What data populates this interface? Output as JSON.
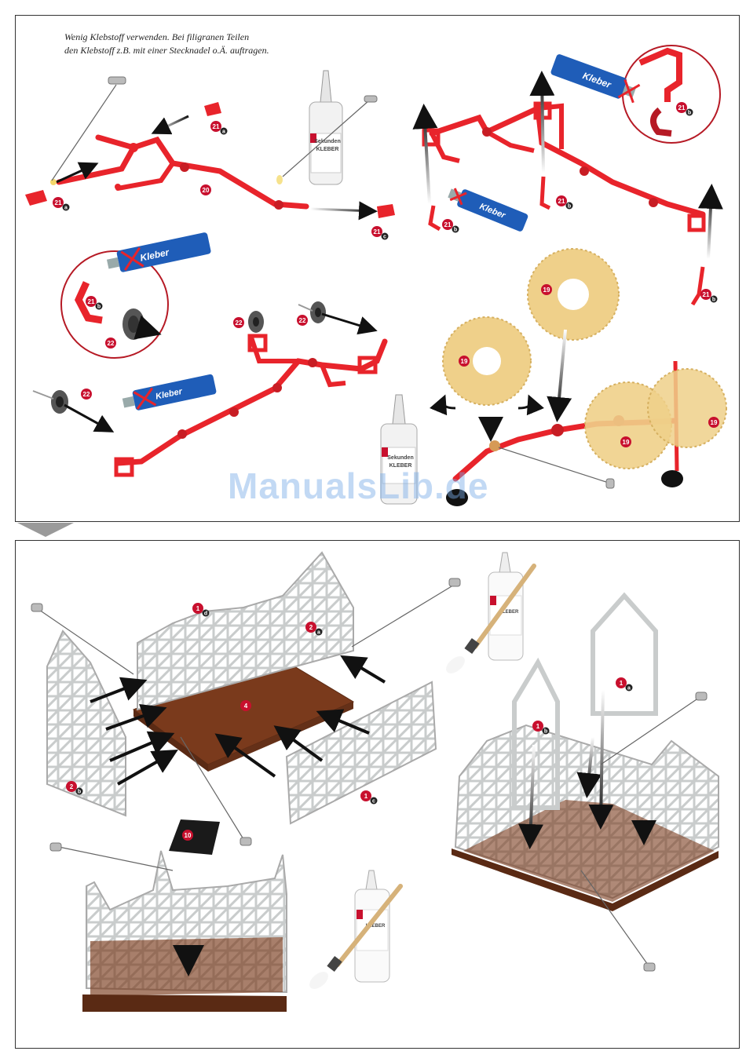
{
  "instruction": {
    "line1": "Wenig Klebstoff verwenden. Bei filigranen Teilen",
    "line2": "den Klebstoff z.B. mit einer Stecknadel o.Ä. auftragen."
  },
  "glue_bottle": {
    "line1": "Sekunden",
    "line2": "KLEBER"
  },
  "white_glue_bottle": {
    "line2": "KLEBER"
  },
  "tube_label": "Kleber",
  "watermark": "ManualsLib.de",
  "parts": {
    "p20": "20",
    "p21": "21",
    "p22": "22",
    "p19": "19",
    "p4": "4",
    "p1": "1",
    "p2": "2",
    "p10": "10"
  },
  "subs": {
    "a": "a",
    "b": "b",
    "c": "c",
    "d": "d"
  },
  "colors": {
    "part_red": "#e8242b",
    "label_red": "#c8102e",
    "tube_blue": "#1f5db8",
    "wheel_gray": "#555555",
    "disc_tan": "#efd08a",
    "frame_gray": "#c9cccc",
    "base_brown": "#7a3a1c",
    "roof_black": "#1a1a1a"
  },
  "icons": [
    "pin-icon",
    "glue-tube-icon",
    "glue-bottle-icon",
    "brush-icon",
    "arrow-icon",
    "cross-icon"
  ]
}
